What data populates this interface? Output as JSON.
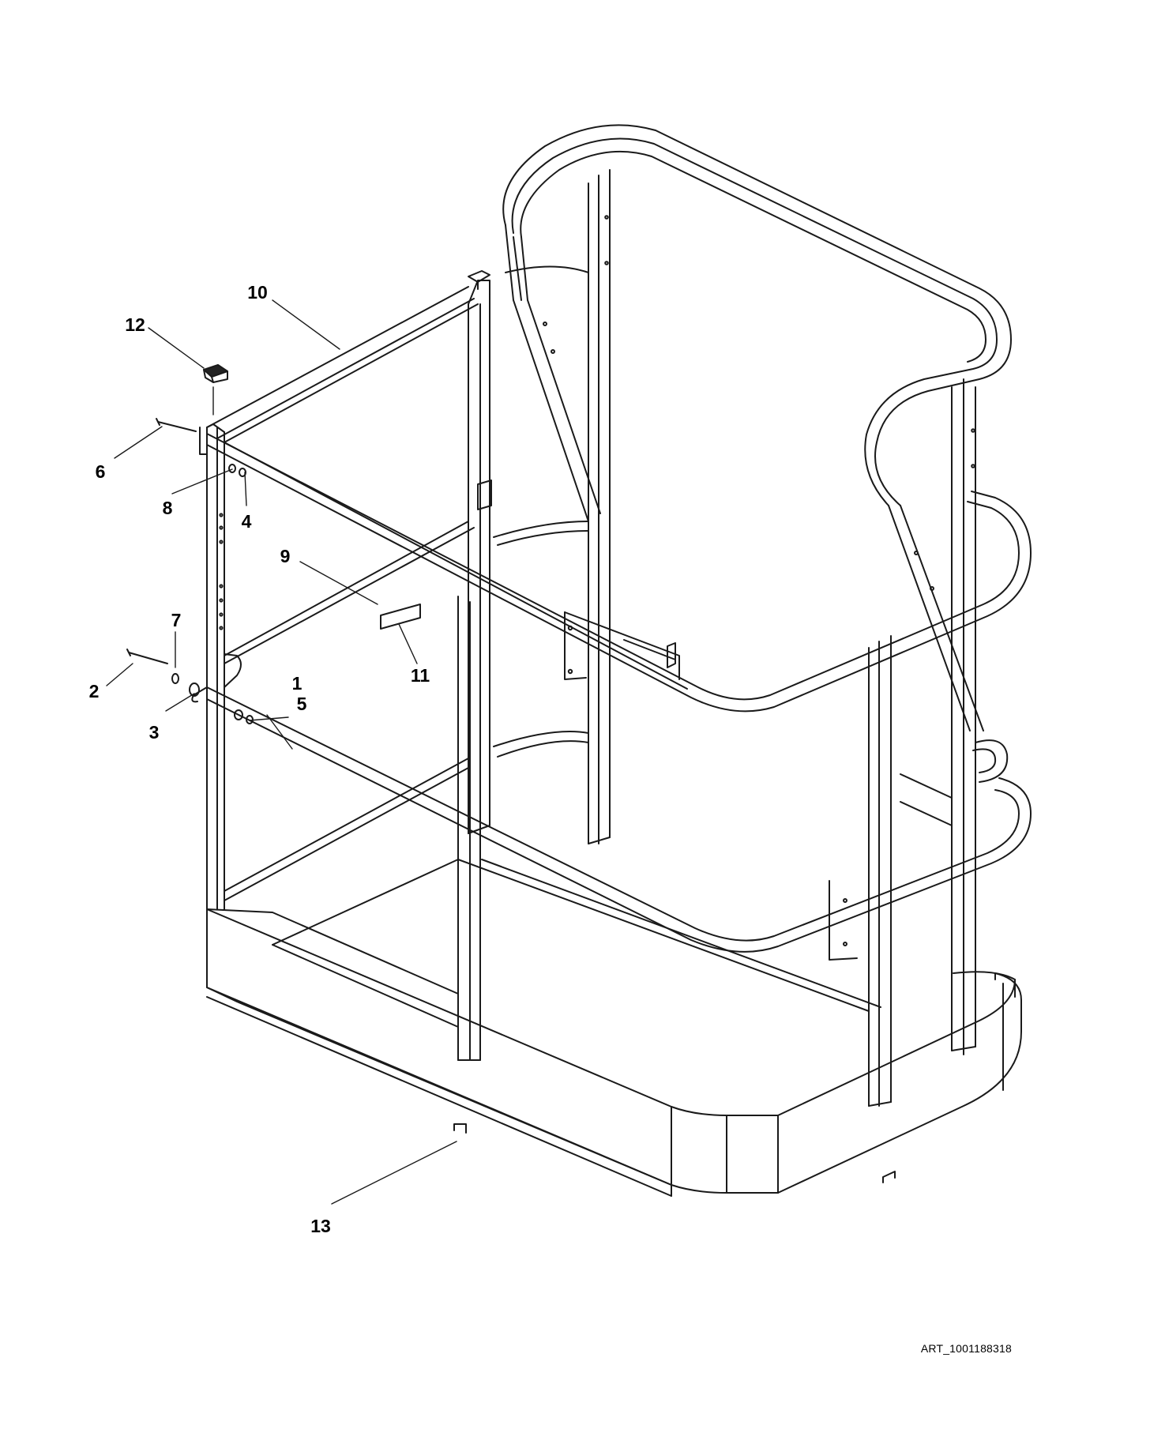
{
  "diagram": {
    "type": "exploded parts illustration",
    "callouts": [
      {
        "id": "c1",
        "label": "1"
      },
      {
        "id": "c2",
        "label": "2"
      },
      {
        "id": "c3",
        "label": "3"
      },
      {
        "id": "c4",
        "label": "4"
      },
      {
        "id": "c5",
        "label": "5"
      },
      {
        "id": "c6",
        "label": "6"
      },
      {
        "id": "c7",
        "label": "7"
      },
      {
        "id": "c8",
        "label": "8"
      },
      {
        "id": "c9",
        "label": "9"
      },
      {
        "id": "c10",
        "label": "10"
      },
      {
        "id": "c11",
        "label": "11"
      },
      {
        "id": "c12",
        "label": "12"
      },
      {
        "id": "c13",
        "label": "13"
      }
    ],
    "art_id": "ART_1001188318"
  }
}
